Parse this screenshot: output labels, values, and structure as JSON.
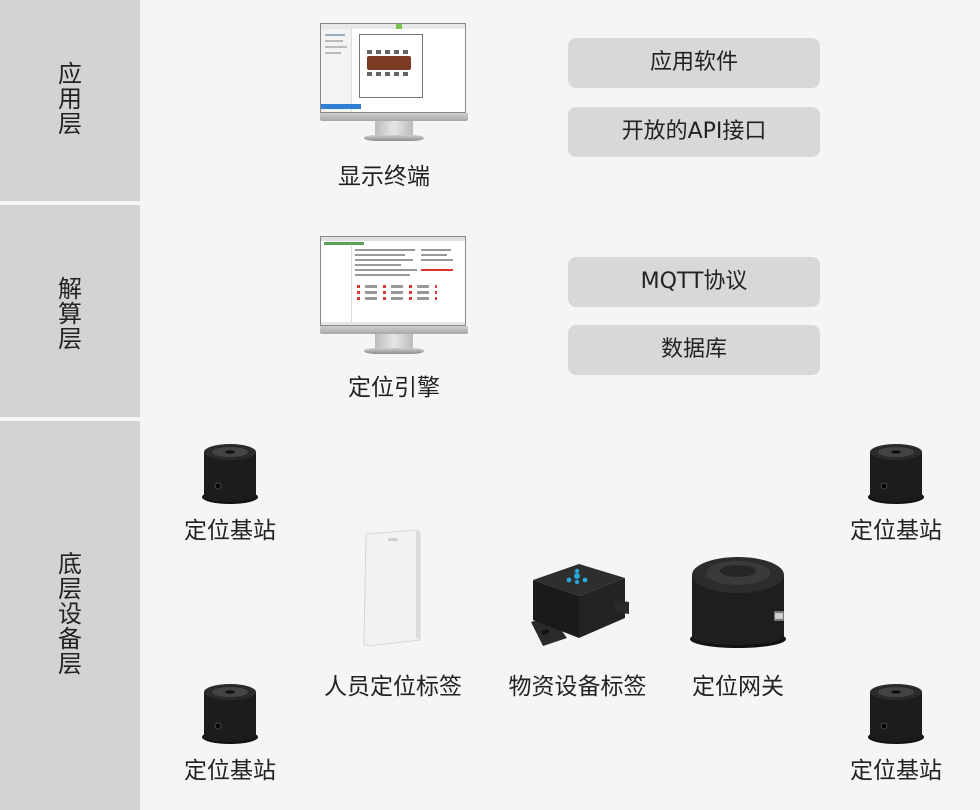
{
  "layers": [
    {
      "name": "应用层"
    },
    {
      "name": "解算层"
    },
    {
      "name": "底层设备层"
    }
  ],
  "application": {
    "monitor_caption": "显示终端",
    "pills": [
      "应用软件",
      "开放的API接口"
    ]
  },
  "computation": {
    "monitor_caption": "定位引擎",
    "pills": [
      "MQTT协议",
      "数据库"
    ]
  },
  "devices": {
    "base_station_label": "定位基站",
    "person_tag": "人员定位标签",
    "asset_tag": "物资设备标签",
    "gateway": "定位网关"
  },
  "colors": {
    "label_bg": "#d3d3d3",
    "content_bg": "#f5f5f5",
    "pill_bg": "#d8d8d8",
    "device_black": "#1c1c1c",
    "tag_accent": "#2aa5d8"
  }
}
